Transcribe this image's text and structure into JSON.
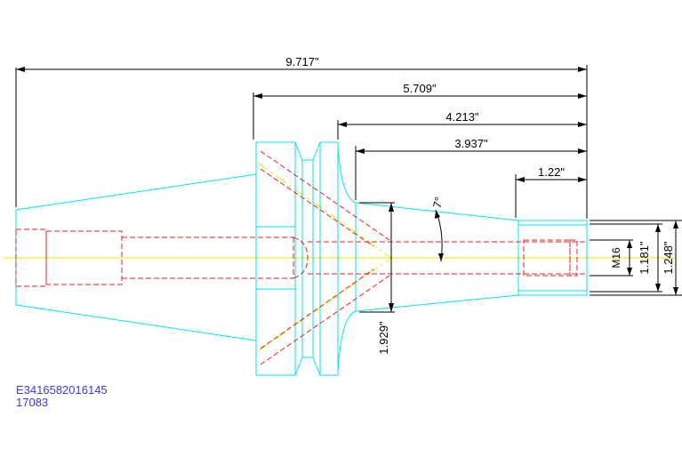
{
  "dimensions": {
    "overall_length": "9.717\"",
    "flange_to_end": "5.709\"",
    "flange_face_to_end": "4.213\"",
    "collar_to_end": "3.937\"",
    "bore_depth": "1.22\"",
    "taper_angle": "7°",
    "collar_diameter": "1.929\"",
    "thread": "M16",
    "bore_diameter": "1.181\"",
    "nose_diameter": "1.248\""
  },
  "identifiers": {
    "part_code": "E3416582016145",
    "part_number": "17083"
  },
  "colors": {
    "outline": "#00e5e5",
    "hidden": "#e0202a",
    "centerline": "#e8e800",
    "dimension": "#000000",
    "id_text": "#3a3ad0"
  }
}
